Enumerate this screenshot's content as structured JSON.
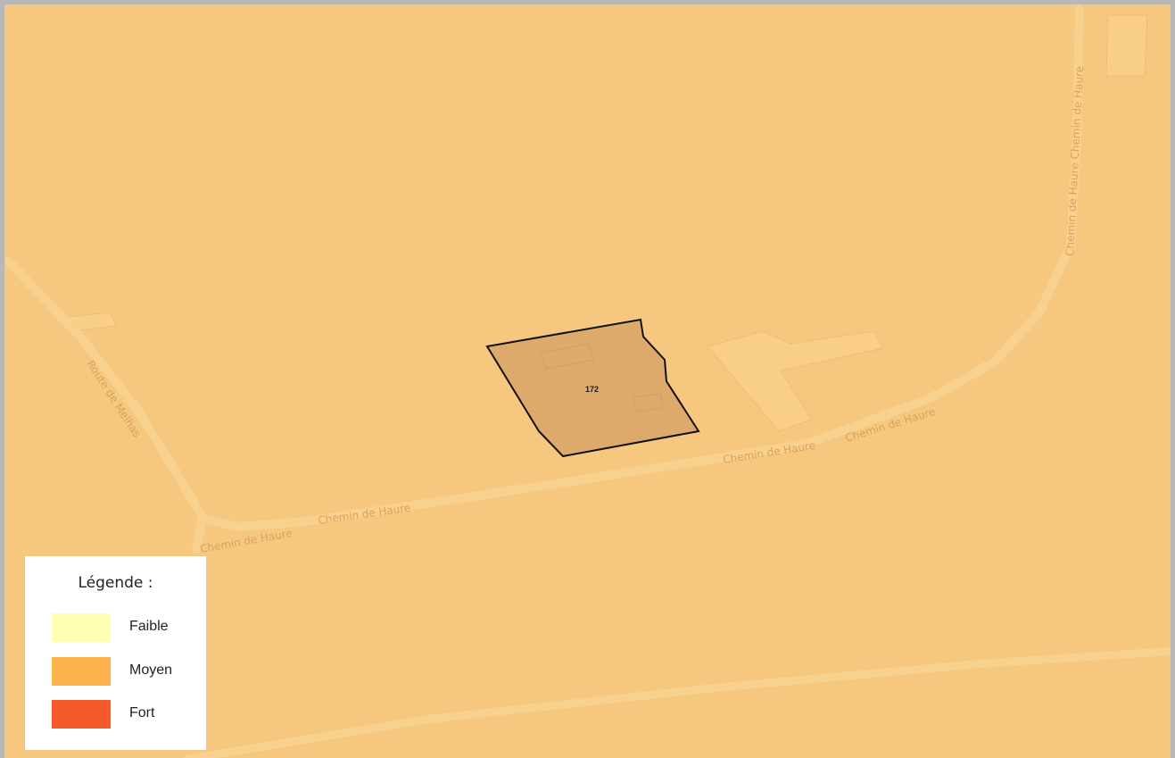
{
  "map": {
    "parcel": {
      "id_label": "172"
    },
    "road_labels": {
      "route_melhas": "Route de Melhas",
      "chemin_haure": "Chemin de Haure",
      "chemin_haure_vertical": "Chemin de Haure Chemin de Haure"
    },
    "colors": {
      "background": "#f6c87f",
      "road": "#f8d18f",
      "parcel_fill": "#ddaa6c",
      "parcel_outline": "#111111"
    }
  },
  "legend": {
    "title": "Légende :",
    "items": [
      {
        "label": "Faible",
        "color": "#ffffb2"
      },
      {
        "label": "Moyen",
        "color": "#feb24c"
      },
      {
        "label": "Fort",
        "color": "#f45a2a"
      }
    ]
  }
}
